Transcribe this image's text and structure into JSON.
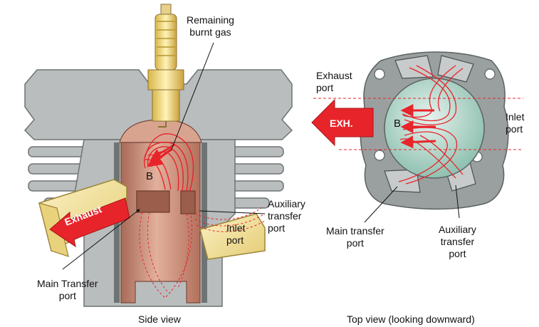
{
  "side_view": {
    "caption": "Side view",
    "labels": {
      "remaining_line1": "Remaining",
      "remaining_line2": "burnt gas",
      "aux_line1": "Auxiliary",
      "aux_line2": "transfer",
      "aux_line3": "port",
      "inlet_line1": "Inlet",
      "inlet_line2": "port",
      "main_line1": "Main Transfer",
      "main_line2": "port"
    },
    "exhaust_arrow_text": "Exhaust",
    "chamber_letter": "B"
  },
  "top_view": {
    "caption": "Top view (looking downward)",
    "labels": {
      "exhaust_line1": "Exhaust",
      "exhaust_line2": "port",
      "inlet_line1": "Inlet",
      "inlet_line2": "port",
      "main_line1": "Main transfer",
      "main_line2": "port",
      "aux_line1": "Auxiliary",
      "aux_line2": "transfer",
      "aux_line3": "port"
    },
    "exhaust_arrow_text": "EXH.",
    "chamber_letter": "B"
  },
  "colors": {
    "cylinder_gray": "#b9bdbd",
    "piston_copper": "#c98c78",
    "flow_red": "#e8242b",
    "port_yellow": "#f3e4a0",
    "chamber_green": "#a9d0c2"
  }
}
